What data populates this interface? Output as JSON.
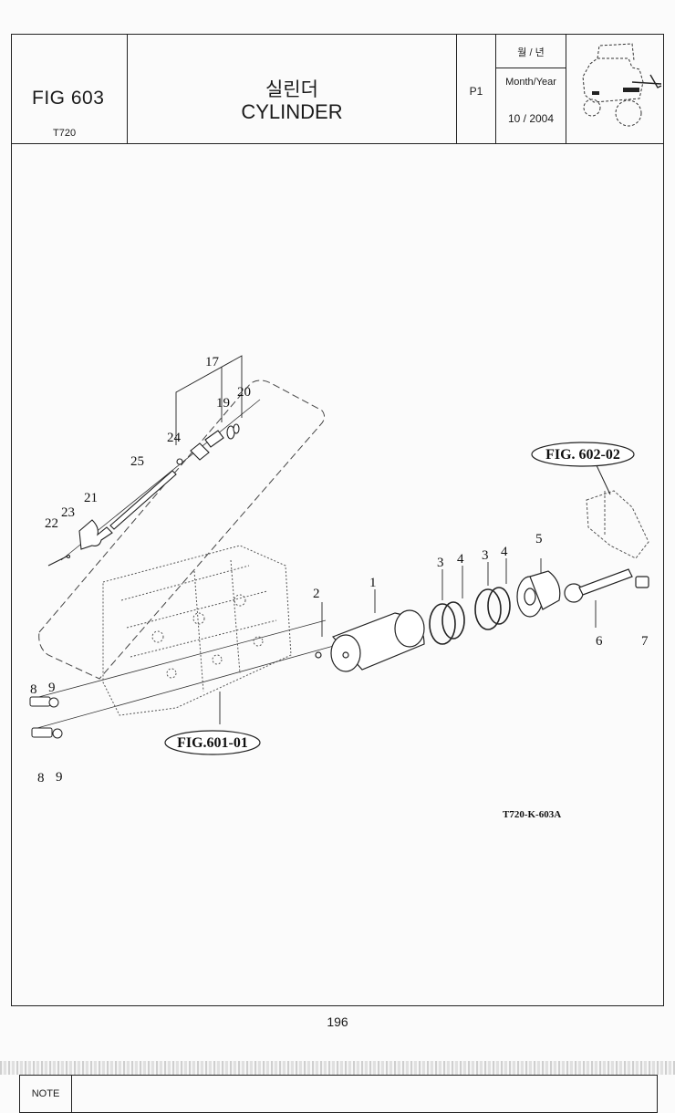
{
  "header": {
    "fig_number": "FIG 603",
    "model": "T720",
    "title_korean": "실린더",
    "title_english": "CYLINDER",
    "page_code": "P1",
    "month_year_korean": "월 / 년",
    "month_year_label": "Month/Year",
    "month_year_value": "10 / 2004"
  },
  "diagram": {
    "callouts": [
      "17",
      "20",
      "19",
      "24",
      "25",
      "21",
      "23",
      "22",
      "2",
      "1",
      "3",
      "4",
      "3",
      "4",
      "5",
      "6",
      "7",
      "8",
      "9",
      "8",
      "9"
    ],
    "references": {
      "fig_602": "FIG. 602-02",
      "fig_601": "FIG.601-01"
    },
    "drawing_code": "T720-K-603A"
  },
  "note": {
    "label": "NOTE",
    "text": ""
  },
  "footer": {
    "page_number": "196"
  }
}
